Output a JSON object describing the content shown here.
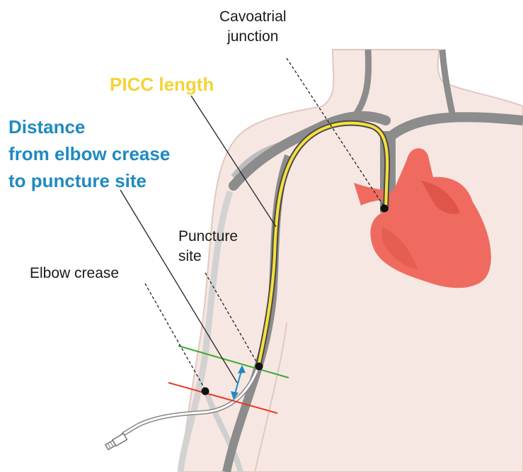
{
  "labels": {
    "cavoatrial_line1": "Cavoatrial",
    "cavoatrial_line2": "junction",
    "picc_length": "PICC length",
    "distance_line1": "Distance",
    "distance_line2": "from elbow crease",
    "distance_line3": "to puncture site",
    "puncture_line1": "Puncture",
    "puncture_line2": "site",
    "elbow_crease": "Elbow crease"
  },
  "colors": {
    "skin": "#f6e7e2",
    "skin_outline": "#e2c8c0",
    "vein": "#8c8c8c",
    "vein_light": "#c9c9c9",
    "picc": "#f7e03a",
    "heart": "#ef6b5f",
    "heart_dark": "#e0544a",
    "distance_text": "#1f8ac0",
    "picc_text": "#f4d335",
    "puncture_line": "#3aaa35",
    "crease_line": "#e8392b",
    "leader": "#222222"
  }
}
